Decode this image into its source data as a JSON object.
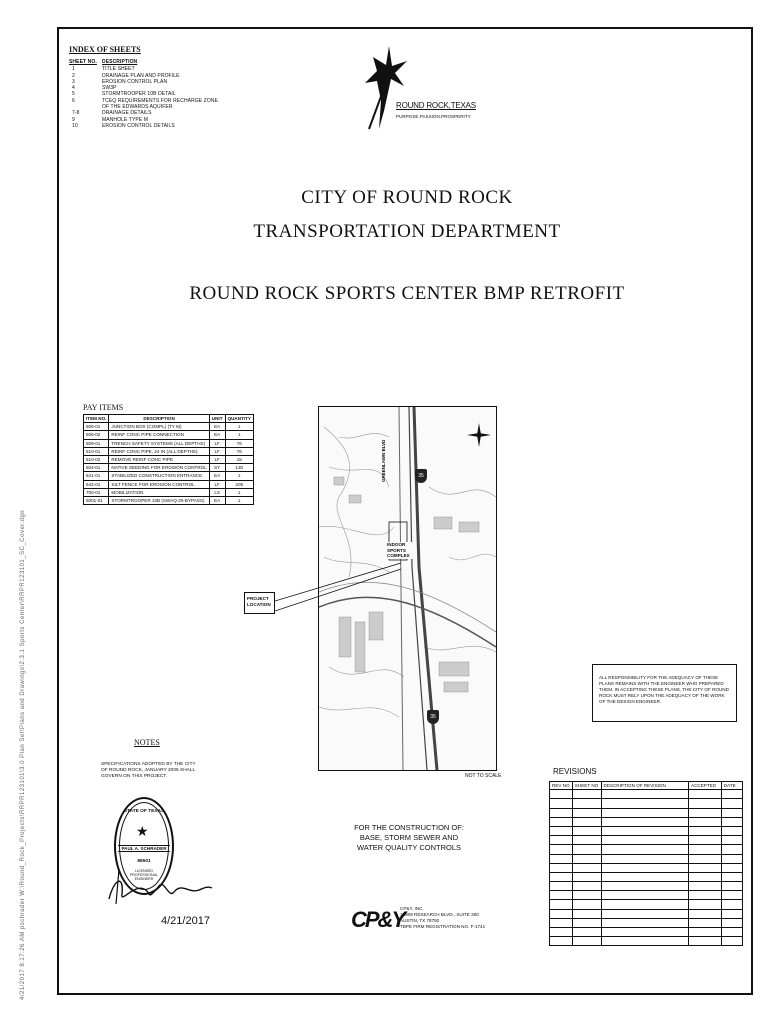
{
  "index": {
    "title": "INDEX OF SHEETS",
    "col_no": "SHEET NO.",
    "col_desc": "DESCRIPTION",
    "rows": [
      {
        "no": "1",
        "desc": "TITLE SHEET"
      },
      {
        "no": "2",
        "desc": "DRAINAGE PLAN AND PROFILE"
      },
      {
        "no": "3",
        "desc": "EROSION CONTROL PLAN"
      },
      {
        "no": "4",
        "desc": "SW3P"
      },
      {
        "no": "5",
        "desc": "STORMTROOPER 10B DETAIL"
      },
      {
        "no": "6",
        "desc": "TCEQ REQUIREMENTS FOR RECHARGE ZONE"
      },
      {
        "no": "",
        "desc": "OF THE EDWARDS AQUIFER"
      },
      {
        "no": "7-8",
        "desc": "DRAINAGE DETAILS"
      },
      {
        "no": "9",
        "desc": "MANHOLE TYPE M"
      },
      {
        "no": "10",
        "desc": "EROSION CONTROL DETAILS"
      }
    ]
  },
  "logo": {
    "name": "ROUND ROCK,TEXAS",
    "tagline": "PURPOSE.PASSION.PROSPERITY."
  },
  "title": {
    "line1": "CITY OF ROUND ROCK",
    "line2": "TRANSPORTATION DEPARTMENT",
    "project": "ROUND ROCK SPORTS CENTER BMP RETROFIT"
  },
  "pay": {
    "title": "PAY ITEMS",
    "headers": [
      "ITEM NO.",
      "DESCRIPTION",
      "UNIT",
      "QUANTITY"
    ],
    "rows": [
      [
        "506-01",
        "JUNCTION BOX (COMPL) (TY M)",
        "EA",
        "1"
      ],
      [
        "506-02",
        "REINF CONC PIPE CONNECTION",
        "EA",
        "1"
      ],
      [
        "509-01",
        "TRENCH SAFETY SYSTEMS (ALL DEPTHS)",
        "LF",
        "76"
      ],
      [
        "510-01",
        "REINF CONC PIPE, 24 IN (ALL DEPTHS)",
        "LF",
        "76"
      ],
      [
        "510-02",
        "REMOVE REINF CONC PIPE",
        "LF",
        "15"
      ],
      [
        "604-01",
        "NATIVE SEEDING FOR EROSION CONTROL",
        "SY",
        "130"
      ],
      [
        "641-01",
        "STABILIZED CONSTRUCTION ENTRANCE",
        "EA",
        "1"
      ],
      [
        "642-01",
        "SILT FENCE FOR EROSION CONTROL",
        "LF",
        "205"
      ],
      [
        "700-01",
        "MOBILIZATION",
        "LS",
        "1"
      ],
      [
        "5001-01",
        "STORMTROOPER 10B (SWAQ-25-BYPASS)",
        "EA",
        "1"
      ]
    ]
  },
  "map": {
    "road_label": "GREENLAWN BLVD",
    "shield_top": "35",
    "shield_bottom": "35",
    "site_label": "INDOOR SPORTS COMPLEX",
    "not_to_scale": "NOT TO SCALE"
  },
  "project_location": "PROJECT LOCATION",
  "responsibility": "ALL RESPONSIBILITY FOR THE ADEQUACY OF THESE PLANS REMAINS WITH THE ENGINEER WHO PREPARED THEM. IN ACCEPTING THESE PLANS, THE CITY OF ROUND ROCK MUST RELY UPON THE ADEQUACY OF THE WORK OF THE DESIGN ENGINEER.",
  "notes": {
    "title": "NOTES",
    "text": "SPECIFICATIONS ADOPTED BY THE CITY OF ROUND ROCK, JANUARY 2005 SHALL GOVERN ON THIS PROJECT."
  },
  "seal": {
    "top": "STATE OF TEXAS",
    "name": "PAUL A. SCHRADER",
    "number": "86501",
    "bottom": "LICENSED PROFESSIONAL ENGINEER"
  },
  "date": "4/21/2017",
  "construction": {
    "line1": "FOR THE CONSTRUCTION OF:",
    "line2": "BASE, STORM SEWER AND",
    "line3": "WATER QUALITY CONTROLS"
  },
  "firm": {
    "logo": "CP&Y",
    "line1": "CP&Y, INC.",
    "line2": "13809 RESEARCH BLVD., SUITE 300",
    "line3": "AUSTIN, TX 78750",
    "line4": "TBPE FIRM REGISTRATION NO. F-1741"
  },
  "revisions": {
    "title": "REVISIONS",
    "headers": [
      "REV NO",
      "SHEET NO",
      "DESCRIPTION OF REVISION",
      "ACCEPTED",
      "DATE"
    ],
    "blank_rows": 17
  },
  "side_path": "4/21/2017  8:17:26 AM   pschrader    W:\\Round_Rock_Projects\\RRPR123101\\3.0 Plan Set\\Plans and Drawings\\2.3.1 Sports Center\\RRPR123101_SC_Cover.dgn"
}
